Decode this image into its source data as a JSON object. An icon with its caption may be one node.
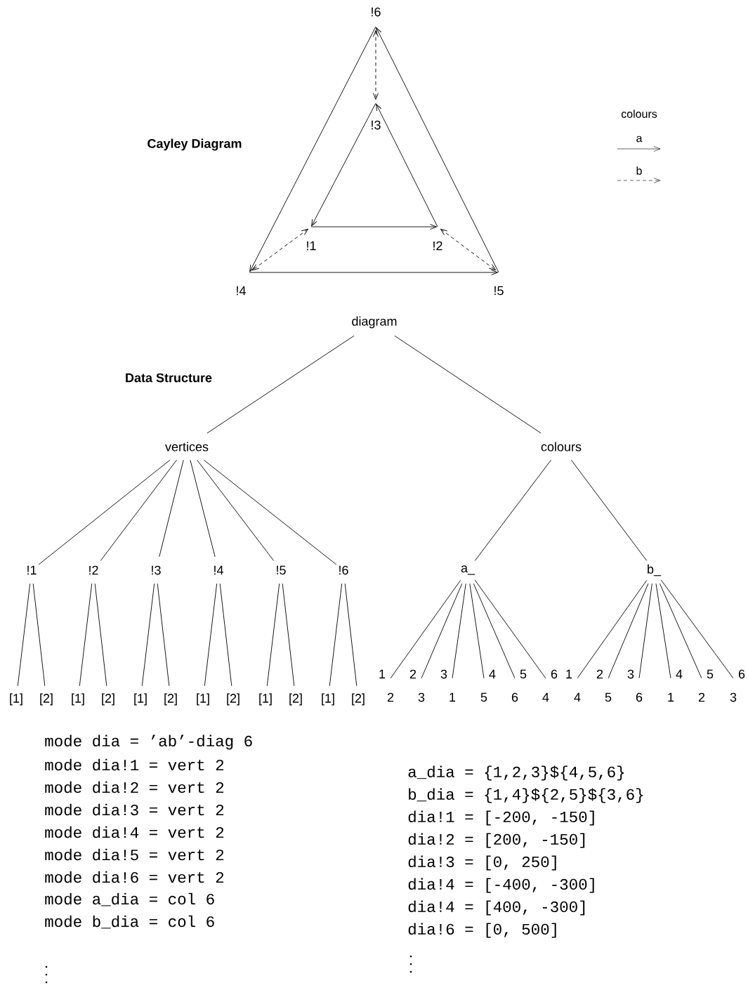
{
  "diagram": {
    "nodes": [
      {
        "text": [
          "!6"
        ]
      },
      {
        "text": [
          "!3"
        ]
      },
      {
        "text": [
          "!1"
        ]
      },
      {
        "text": [
          "!2"
        ]
      },
      {
        "text": [
          "!4"
        ]
      },
      {
        "text": [
          "!5"
        ]
      },
      {
        "text": [
          "diagram"
        ]
      },
      {
        "text": [
          "vertices"
        ]
      },
      {
        "text": [
          "colours"
        ]
      },
      {
        "text": [
          "!1"
        ]
      },
      {
        "text": [
          "!2"
        ]
      },
      {
        "text": [
          "!3"
        ]
      },
      {
        "text": [
          "!4"
        ]
      },
      {
        "text": [
          "!5"
        ]
      },
      {
        "text": [
          "!6"
        ]
      },
      {
        "text": [
          "a_"
        ]
      },
      {
        "text": [
          "b_"
        ]
      },
      {
        "text": [
          "[1]"
        ]
      },
      {
        "text": [
          "[2]"
        ]
      },
      {
        "text": [
          "[1]"
        ]
      },
      {
        "text": [
          "[2]"
        ]
      },
      {
        "text": [
          "[1]"
        ]
      },
      {
        "text": [
          "[2]"
        ]
      },
      {
        "text": [
          "[1]"
        ]
      },
      {
        "text": [
          "[2]"
        ]
      },
      {
        "text": [
          "[1]"
        ]
      },
      {
        "text": [
          "[2]"
        ]
      },
      {
        "text": [
          "[1]"
        ]
      },
      {
        "text": [
          "[2]"
        ]
      },
      {
        "text": [
          "1",
          "2"
        ]
      },
      {
        "text": [
          "2",
          "3"
        ]
      },
      {
        "text": [
          "3",
          "1"
        ]
      },
      {
        "text": [
          "4",
          "5"
        ]
      },
      {
        "text": [
          "5",
          "6"
        ]
      },
      {
        "text": [
          "6",
          "4"
        ]
      },
      {
        "text": [
          "1",
          "4"
        ]
      },
      {
        "text": [
          "2",
          "5"
        ]
      },
      {
        "text": [
          "3",
          "6"
        ]
      },
      {
        "text": [
          "4",
          "1"
        ]
      },
      {
        "text": [
          "5",
          "2"
        ]
      },
      {
        "text": [
          "6",
          "3"
        ]
      }
    ],
    "edges": [
      {
        "from": 0,
        "to": 4,
        "arrow": "to"
      },
      {
        "from": 4,
        "to": 5,
        "arrow": "to"
      },
      {
        "from": 5,
        "to": 0,
        "arrow": "to"
      },
      {
        "from": 1,
        "to": 2,
        "arrow": "to"
      },
      {
        "from": 2,
        "to": 3,
        "arrow": "to"
      },
      {
        "from": 3,
        "to": 1,
        "arrow": "to"
      },
      {
        "from": 0,
        "to": 1,
        "arrow": "both",
        "style": "dashed"
      },
      {
        "from": 2,
        "to": 4,
        "arrow": "both",
        "style": "dashed"
      },
      {
        "from": 3,
        "to": 5,
        "arrow": "both",
        "style": "dashed"
      },
      {
        "from": 6,
        "to": 7,
        "arrow": "none"
      },
      {
        "from": 6,
        "to": 8,
        "arrow": "none"
      },
      {
        "from": 7,
        "to": 9,
        "arrow": "none"
      },
      {
        "from": 7,
        "to": 10,
        "arrow": "none"
      },
      {
        "from": 7,
        "to": 11,
        "arrow": "none"
      },
      {
        "from": 7,
        "to": 12,
        "arrow": "none"
      },
      {
        "from": 7,
        "to": 13,
        "arrow": "none"
      },
      {
        "from": 7,
        "to": 14,
        "arrow": "none"
      },
      {
        "from": 8,
        "to": 15,
        "arrow": "none"
      },
      {
        "from": 8,
        "to": 16,
        "arrow": "none"
      },
      {
        "from": 9,
        "to": 17,
        "arrow": "none"
      },
      {
        "from": 9,
        "to": 18,
        "arrow": "none"
      },
      {
        "from": 10,
        "to": 19,
        "arrow": "none"
      },
      {
        "from": 10,
        "to": 20,
        "arrow": "none"
      },
      {
        "from": 11,
        "to": 21,
        "arrow": "none"
      },
      {
        "from": 11,
        "to": 22,
        "arrow": "none"
      },
      {
        "from": 12,
        "to": 23,
        "arrow": "none"
      },
      {
        "from": 12,
        "to": 24,
        "arrow": "none"
      },
      {
        "from": 13,
        "to": 25,
        "arrow": "none"
      },
      {
        "from": 13,
        "to": 26,
        "arrow": "none"
      },
      {
        "from": 14,
        "to": 27,
        "arrow": "none"
      },
      {
        "from": 14,
        "to": 28,
        "arrow": "none"
      },
      {
        "from": 15,
        "to": 29,
        "arrow": "none"
      },
      {
        "from": 15,
        "to": 30,
        "arrow": "none"
      },
      {
        "from": 15,
        "to": 31,
        "arrow": "none"
      },
      {
        "from": 15,
        "to": 32,
        "arrow": "none"
      },
      {
        "from": 15,
        "to": 33,
        "arrow": "none"
      },
      {
        "from": 15,
        "to": 34,
        "arrow": "none"
      },
      {
        "from": 16,
        "to": 35,
        "arrow": "none"
      },
      {
        "from": 16,
        "to": 36,
        "arrow": "none"
      },
      {
        "from": 16,
        "to": 37,
        "arrow": "none"
      },
      {
        "from": 16,
        "to": 38,
        "arrow": "none"
      },
      {
        "from": 16,
        "to": 39,
        "arrow": "none"
      },
      {
        "from": 16,
        "to": 40,
        "arrow": "none"
      }
    ],
    "labels": [
      "Cayley Diagram",
      "colours",
      "Data Structure",
      "mode dia = ’ab’-diag 6",
      "mode dia!1 = vert 2",
      "mode dia!2 = vert 2",
      "mode dia!3 = vert 2",
      "mode dia!4 = vert 2",
      "mode dia!5 = vert 2",
      "mode dia!6 = vert 2",
      "mode a_dia = col 6",
      "mode b_dia = col 6",
      "a_dia = {1,2,3}${4,5,6}",
      "b_dia = {1,4}${2,5}${3,6}",
      "dia!1 = [-200, -150]",
      "dia!2 = [200, -150]",
      "dia!3 = [0, 250]",
      "dia!4 = [-400, -300]",
      "dia!4 = [400, -300]",
      "dia!6 = [0, 500]"
    ],
    "legend": [
      {
        "text": "a"
      },
      {
        "text": "b"
      }
    ]
  }
}
